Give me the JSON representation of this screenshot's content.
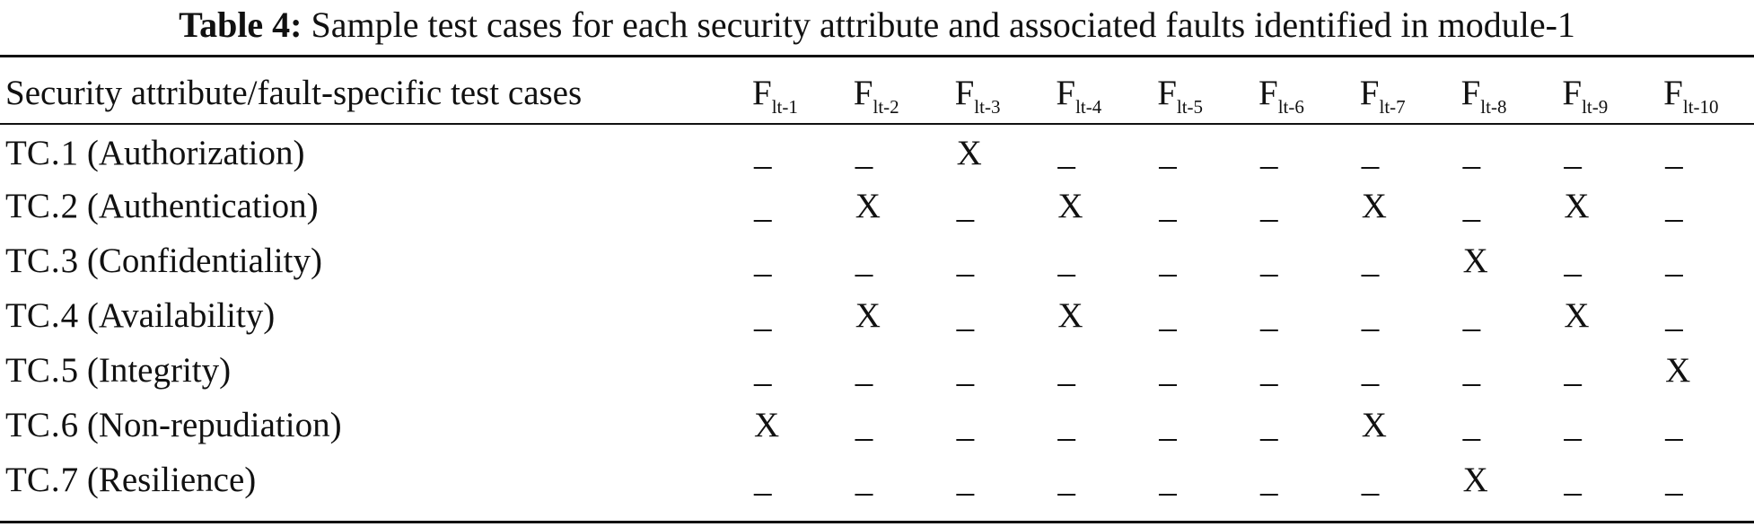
{
  "caption": {
    "label": "Table 4:",
    "text": "Sample test cases for each security attribute and associated faults identified in module-1"
  },
  "table": {
    "header": {
      "first": "Security attribute/fault-specific test cases",
      "fault_base": "F",
      "fault_subscripts": [
        "lt-1",
        "lt-2",
        "lt-3",
        "lt-4",
        "lt-5",
        "lt-6",
        "lt-7",
        "lt-8",
        "lt-9",
        "lt-10"
      ]
    },
    "rows": [
      {
        "prefix": "TC",
        "num": "1",
        "attribute": "(Authorization)",
        "cells": [
          "_",
          "_",
          "X",
          "_",
          "_",
          "_",
          "_",
          "_",
          "_",
          "_"
        ]
      },
      {
        "prefix": "TC",
        "num": "2",
        "attribute": "(Authentication)",
        "cells": [
          "_",
          "X",
          "_",
          "X",
          "_",
          "_",
          "X",
          "_",
          "X",
          "_"
        ]
      },
      {
        "prefix": "TC",
        "num": "3",
        "attribute": "(Confidentiality)",
        "cells": [
          "_",
          "_",
          "_",
          "_",
          "_",
          "_",
          "_",
          "X",
          "_",
          "_"
        ]
      },
      {
        "prefix": "TC",
        "num": "4",
        "attribute": "(Availability)",
        "cells": [
          "_",
          "X",
          "_",
          "X",
          "_",
          "_",
          "_",
          "_",
          "X",
          "_"
        ]
      },
      {
        "prefix": "TC",
        "num": "5",
        "attribute": "(Integrity)",
        "cells": [
          "_",
          "_",
          "_",
          "_",
          "_",
          "_",
          "_",
          "_",
          "_",
          "X"
        ]
      },
      {
        "prefix": "TC",
        "num": "6",
        "attribute": "(Non-repudiation)",
        "cells": [
          "X",
          "_",
          "_",
          "_",
          "_",
          "_",
          "X",
          "_",
          "_",
          "_"
        ]
      },
      {
        "prefix": "TC",
        "num": "7",
        "attribute": "(Resilience)",
        "cells": [
          "_",
          "_",
          "_",
          "_",
          "_",
          "_",
          "_",
          "X",
          "_",
          "_"
        ]
      }
    ]
  }
}
